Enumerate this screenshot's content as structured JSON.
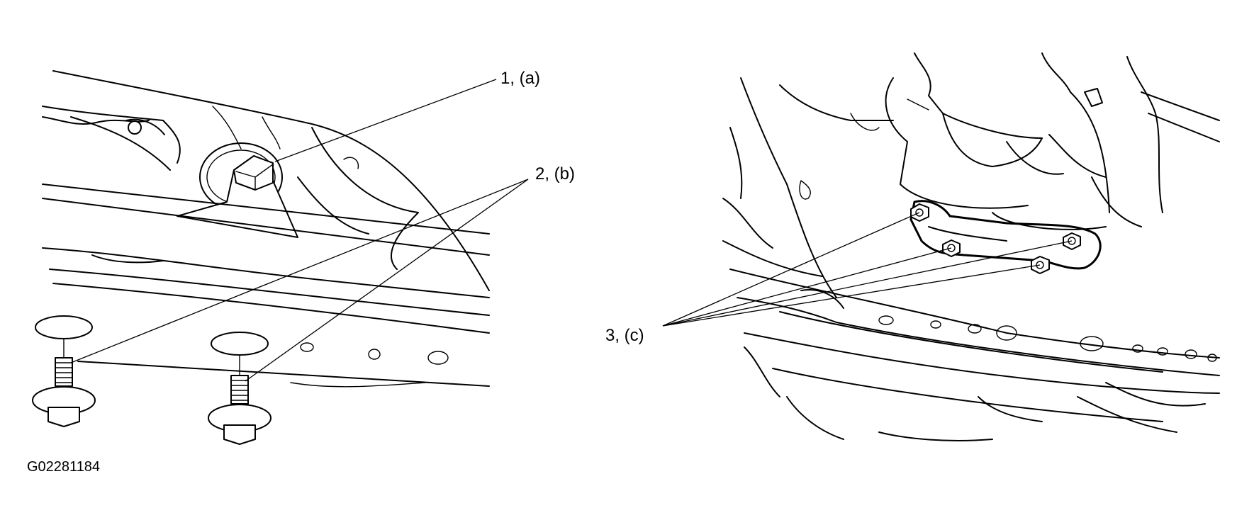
{
  "callouts": {
    "item1": "1, (a)",
    "item2": "2, (b)",
    "item3": "3, (c)"
  },
  "figure_id": "G02281184",
  "colors": {
    "line": "#000000",
    "background": "#ffffff"
  }
}
